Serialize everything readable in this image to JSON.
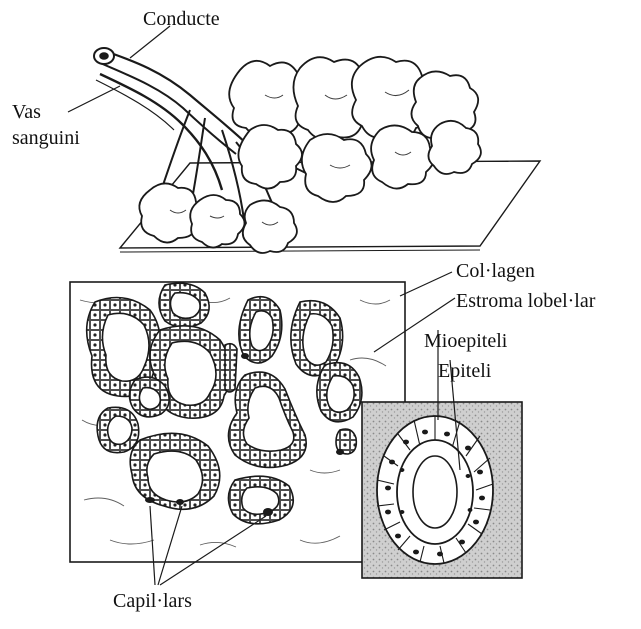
{
  "labels": {
    "conductes": "Conducte",
    "vas_line1": "Vas",
    "vas_line2": "sanguini",
    "collagen": "Col·lagen",
    "estroma": "Estroma lobel·lar",
    "mioepiteli": "Mioepiteli",
    "epiteli": "Epiteli",
    "capillars": "Capil·lars"
  },
  "colors": {
    "ink": "#1a1a1a",
    "paper": "#ffffff",
    "stroma_gray": "#bdbdbd"
  }
}
